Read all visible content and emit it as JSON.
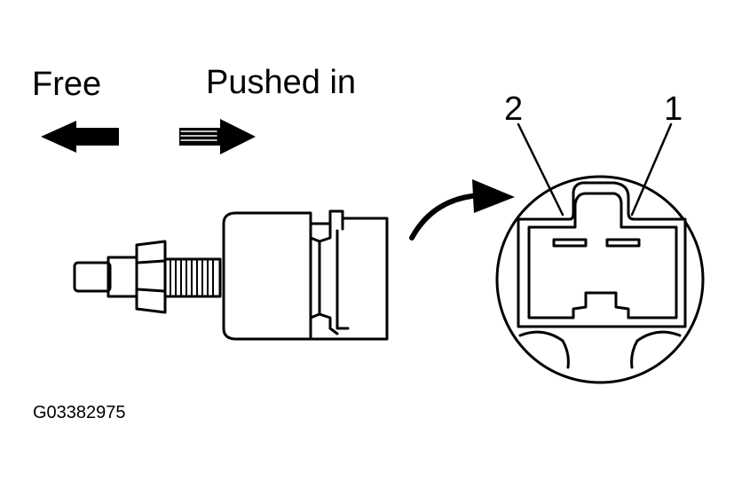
{
  "labels": {
    "free": "Free",
    "pushed_in": "Pushed in",
    "terminal_2": "2",
    "terminal_1": "1",
    "figure_code": "G03382975"
  }
}
